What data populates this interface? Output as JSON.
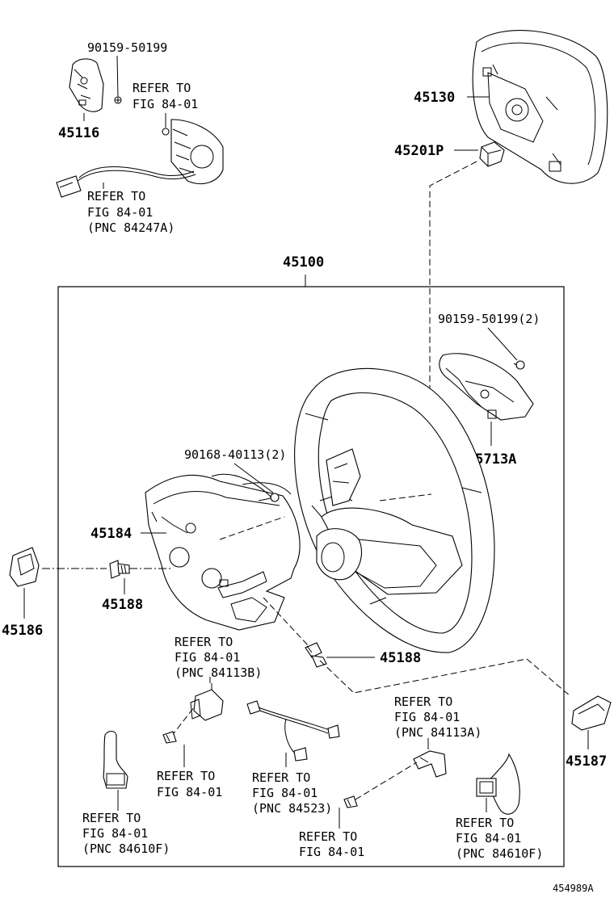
{
  "diagram": {
    "assembly_label": "45100",
    "figure_code": "454989A",
    "parts": {
      "p45116": "45116",
      "p90159_50199": "90159-50199",
      "p45130": "45130",
      "p45201p": "45201P",
      "p90159_50199_2": "90159-50199(2)",
      "p45713a": "45713A",
      "p90168_40113_2": "90168-40113(2)",
      "p45184": "45184",
      "p45188_a": "45188",
      "p45188_b": "45188",
      "p45186": "45186",
      "p45187": "45187"
    },
    "refs": {
      "r1": [
        "REFER TO",
        "FIG 84-01"
      ],
      "r2": [
        "REFER TO",
        "FIG 84-01",
        "(PNC 84247A)"
      ],
      "r3": [
        "REFER TO",
        "FIG 84-01",
        "(PNC 84113B)"
      ],
      "r4": [
        "REFER TO",
        "FIG 84-01",
        "(PNC 84113A)"
      ],
      "r5": [
        "REFER TO",
        "FIG 84-01"
      ],
      "r6": [
        "REFER TO",
        "FIG 84-01",
        "(PNC 84523)"
      ],
      "r7": [
        "REFER TO",
        "FIG 84-01"
      ],
      "r8": [
        "REFER TO",
        "FIG 84-01",
        "(PNC 84610F)"
      ],
      "r9": [
        "REFER TO",
        "FIG 84-01",
        "(PNC 84610F)"
      ]
    }
  }
}
